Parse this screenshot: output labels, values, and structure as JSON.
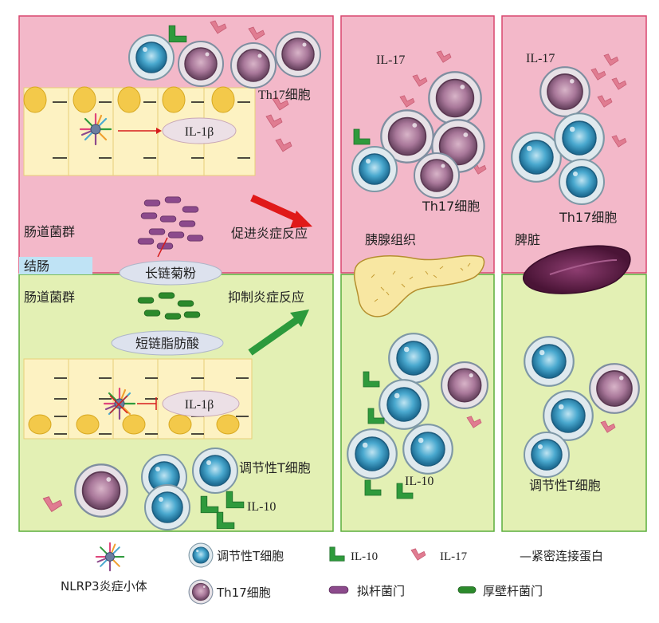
{
  "labels": {
    "th17_cell_colon": "Th17细胞",
    "il1b_top": "IL-1β",
    "gut_flora_top": "肠道菌群",
    "promote_inflammation": "促进炎症反应",
    "colon": "结肠",
    "long_chain_inulin": "长链菊粉",
    "gut_flora_bottom": "肠道菌群",
    "inhibit_inflammation": "抑制炎症反应",
    "short_chain_fatty_acid": "短链脂肪酸",
    "il1b_bottom": "IL-1β",
    "treg_colon": "调节性T细胞",
    "il10_colon": "IL-10",
    "il17_pancreas": "IL-17",
    "th17_cell_pancreas": "Th17细胞",
    "pancreas_tissue": "胰腺组织",
    "il10_pancreas": "IL-10",
    "il17_spleen": "IL-17",
    "th17_cell_spleen": "Th17细胞",
    "spleen": "脾脏",
    "treg_spleen": "调节性T细胞"
  },
  "legend": {
    "nlrp3": "NLRP3炎症小体",
    "treg": "调节性T细胞",
    "th17": "Th17细胞",
    "il10": "IL-10",
    "il17": "IL-17",
    "bacteroidetes": "拟杆菌门",
    "tight_junction": "—紧密连接蛋白",
    "firmicutes": "厚壁杆菌门"
  },
  "colors": {
    "inflammation_bg": "#f3b8c9",
    "anti_inflammation_bg": "#e3f0b4",
    "treg_cell": "#4aa9cf",
    "th17_cell": "#a9789a",
    "il10": "#2f9a3c",
    "il17": "#e07c91",
    "bacteroidetes": "#8c4a8c",
    "firmicutes": "#2c8a2c",
    "promote_arrow": "#e01919",
    "inhibit_arrow": "#2c9a3c",
    "colon_label_bg": "#bfe3f5",
    "pancreas": "#f8e7a2",
    "spleen": "#6b2550"
  }
}
